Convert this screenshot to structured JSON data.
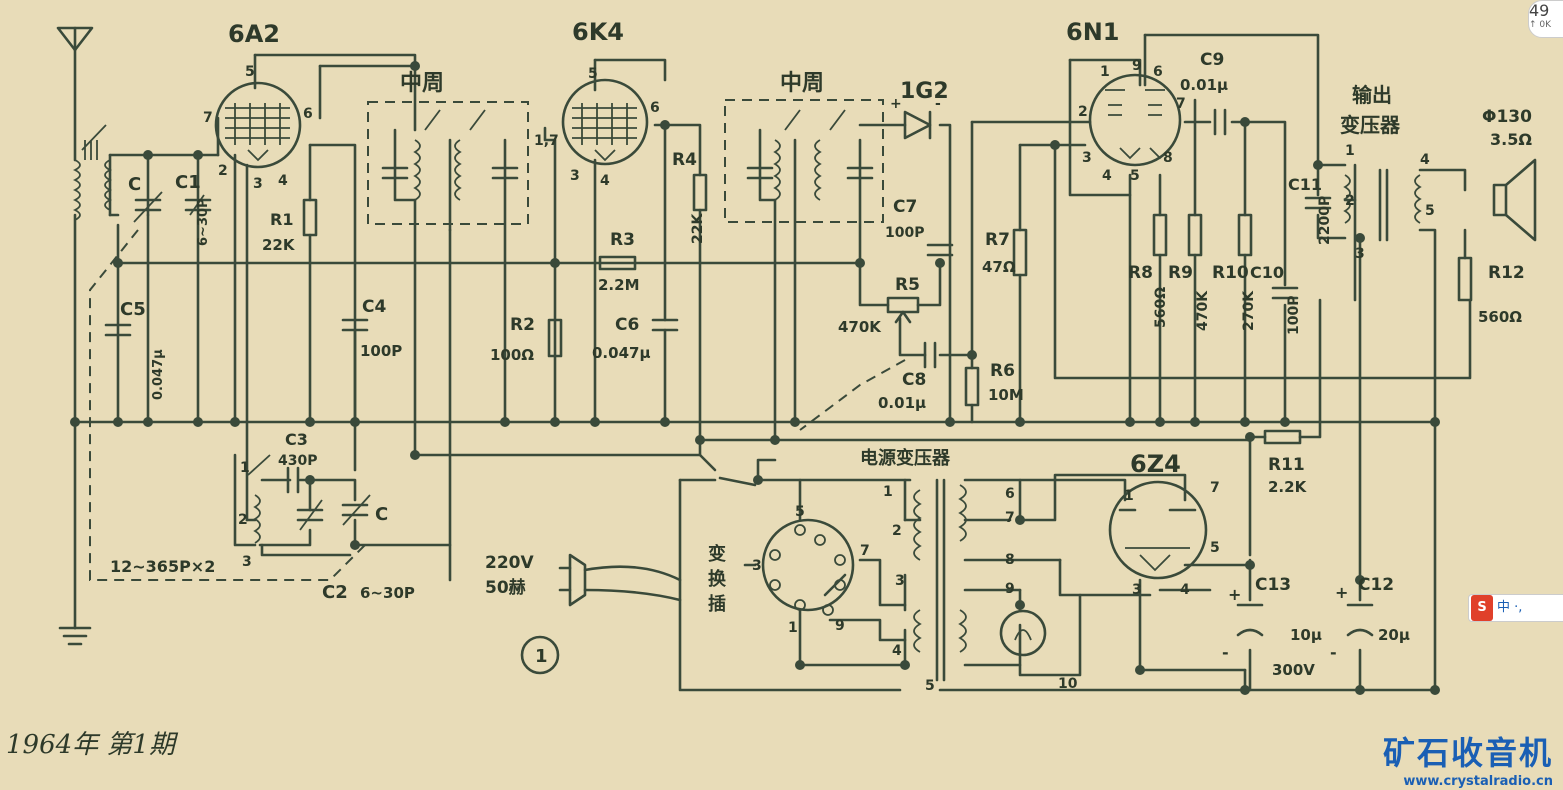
{
  "tubes": {
    "v1": "6A2",
    "v2": "6K4",
    "v3": "6N1",
    "v4": "6Z4",
    "diode": "1G2"
  },
  "if_transformer_label": "中周",
  "output_transformer_label": [
    "输出",
    "变压器"
  ],
  "power_transformer_label": "电源变压器",
  "selector_label": [
    "变",
    "换",
    "插"
  ],
  "mains_label": [
    "220V",
    "50赫"
  ],
  "components": {
    "c": "C",
    "c1": "C1",
    "c1_val": "6~30P",
    "c2": "C2",
    "c2_val": "6~30P",
    "c3": "C3",
    "c3_val": "430P",
    "c4": "C4",
    "c4_val": "100P",
    "c5": "C5",
    "c5_val": "0.047μ",
    "c6": "C6",
    "c6_val": "0.047μ",
    "c7": "C7",
    "c7_val": "100P",
    "c8": "C8",
    "c8_val": "0.01μ",
    "c9": "C9",
    "c9_val": "0.01μ",
    "c10": "C10",
    "c10_val": "100P",
    "c11": "C11",
    "c11_val": "2200P",
    "c12": "C12",
    "c12_val": "20μ",
    "c13": "C13",
    "c13_val": "10μ",
    "c13_volt": "300V",
    "r1": "R1",
    "r1_val": "22K",
    "r2": "R2",
    "r2_val": "100Ω",
    "r3": "R3",
    "r3_val": "2.2M",
    "r4": "R4",
    "r4_val": "22K",
    "r5": "R5",
    "r5_val": "470K",
    "r6": "R6",
    "r6_val": "10M",
    "r7": "R7",
    "r7_val": "47Ω",
    "r8": "R8",
    "r8_val": "560Ω",
    "r9": "R9",
    "r9_val": "470K",
    "r10": "R10",
    "r10_val": "270K",
    "r11": "R11",
    "r11_val": "2.2K",
    "r12": "R12",
    "r12_val": "560Ω",
    "gang_cap": "12~365P×2",
    "speaker": "Φ130",
    "speaker_imp": "3.5Ω"
  },
  "pins": {
    "v1": [
      "5",
      "7",
      "6",
      "2",
      "3",
      "4"
    ],
    "v2": [
      "5",
      "1,7",
      "6",
      "3",
      "4"
    ],
    "v3": [
      "1",
      "9",
      "6",
      "2",
      "7",
      "3",
      "4",
      "5",
      "8"
    ],
    "v4": [
      "1",
      "7",
      "5",
      "3",
      "4"
    ],
    "pt": [
      "1",
      "2",
      "3",
      "4",
      "5",
      "6",
      "7",
      "8",
      "9",
      "10"
    ],
    "ot": [
      "1",
      "2",
      "3",
      "4",
      "5"
    ],
    "sel": [
      "5",
      "3",
      "7",
      "1",
      "9"
    ],
    "osc": [
      "1",
      "2",
      "3"
    ]
  },
  "polarity": {
    "plus": "+",
    "minus": "-"
  },
  "figure_number": "1",
  "footer": "1964年  第1期",
  "brand": {
    "name": "矿石收音机",
    "url": "www.crystalradio.cn"
  },
  "overlay": {
    "badge": "49",
    "badge_sub": "↑ 0K",
    "ime": "中 ·,"
  }
}
